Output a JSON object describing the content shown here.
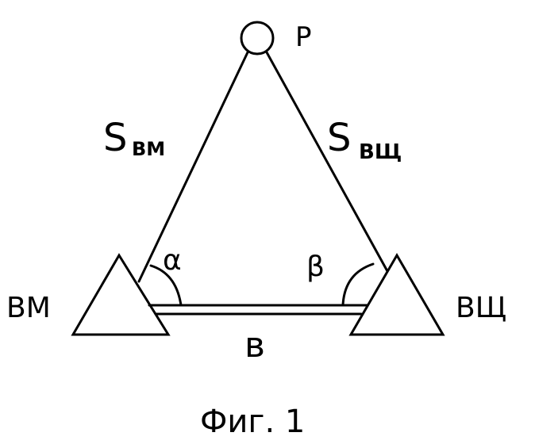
{
  "labels": {
    "point": "Р",
    "side_left_main": "S",
    "side_left_sub": "ВМ",
    "side_right_main": "S",
    "side_right_sub": "ВЩ",
    "station_left": "ВМ",
    "station_right": "ВЩ",
    "angle_left": "α",
    "angle_right": "β",
    "base": "в",
    "caption": "Фиг. 1"
  },
  "colors": {
    "stroke": "#000000",
    "background": "#ffffff"
  }
}
